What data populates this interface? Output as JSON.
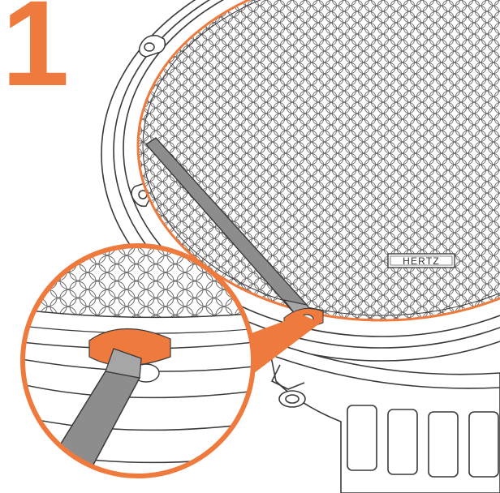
{
  "step": {
    "number": "1"
  },
  "brand": {
    "label": "HERTZ"
  },
  "colors": {
    "accent": "#ee7a3e",
    "line": "#3a3a3a",
    "tool": "#8d8d8d",
    "background": "#ffffff"
  },
  "icons": [
    "screwdriver-icon",
    "magnifier-callout"
  ]
}
